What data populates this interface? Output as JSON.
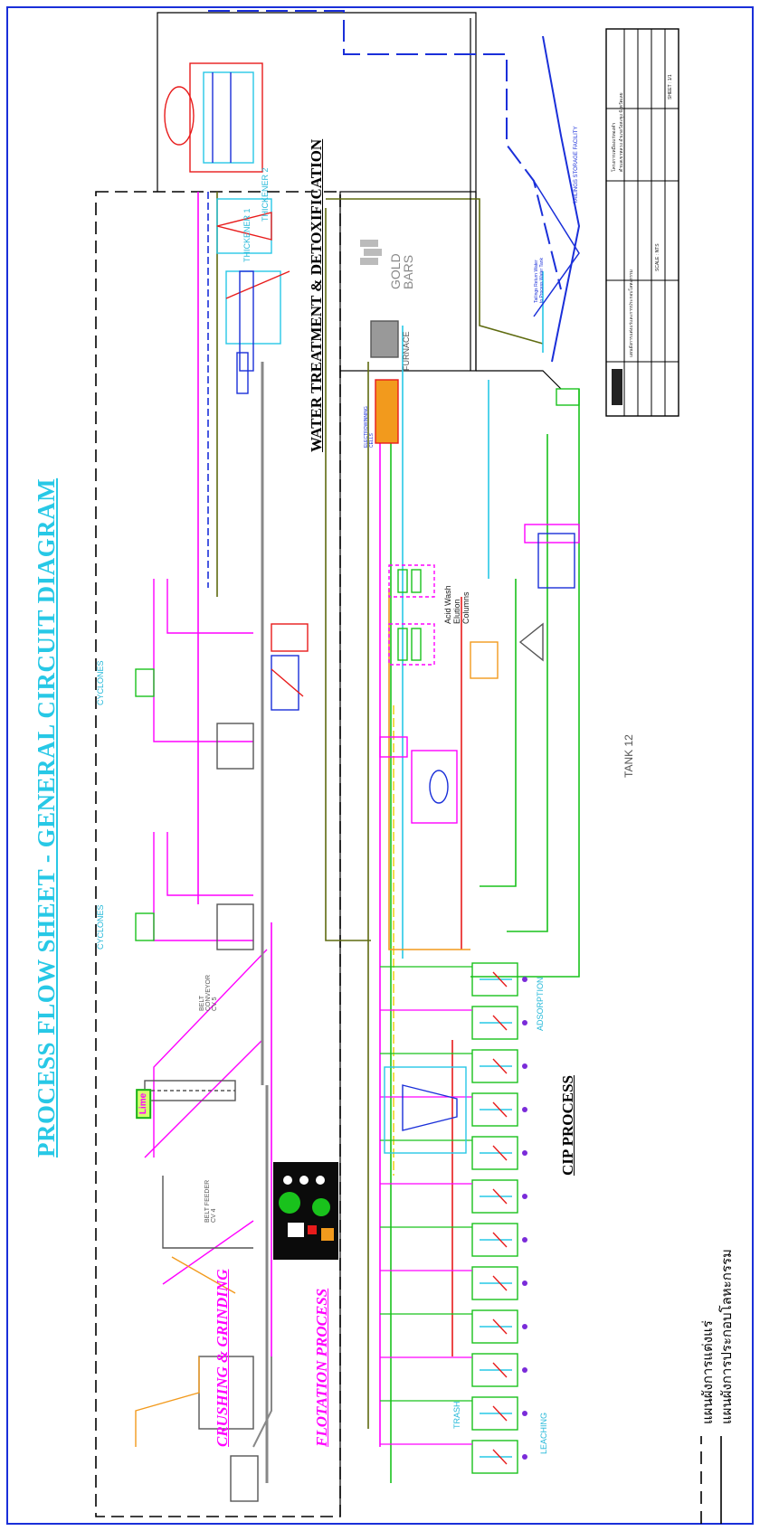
{
  "title": "PROCESS FLOW SHEET - GENERAL CIRCUIT DIAGRAM",
  "sections": {
    "crushing": "CRUSHING & GRINDING",
    "flotation": "FLOTATION PROCESS",
    "cip": "CIP PROCESS",
    "water": "WATER TREATMENT & DETOXIFICATION"
  },
  "labels": {
    "cyclones_1": "CYCLONES",
    "cyclones_2": "CYCLONES",
    "lime": "Lime",
    "gold_bars": "GOLD\nBARS",
    "furnace": "FURNACE",
    "acid_wash": "Acid Wash\nElution\nColumns",
    "tank12": "TANK 12",
    "thickener1": "THICKENER 1",
    "thickener2": "THICKENER 2",
    "adsorption": "ADSORPTION",
    "leaching": "LEACHING",
    "trash": "TRASH",
    "belt_feeder": "BELT FEEDER\nCV 4",
    "belt_conveyor": "BELT\nCONVEYOR\nCV 5",
    "tailings_storage": "TAILINGS STORAGE FACILITY",
    "electrowinning": "ELECTROWINNING\nCELLS",
    "tailings_pump": "Tailings Return Water\nto Process Water Tank"
  },
  "legend": {
    "item1": "แผนผังการแต่งแร่",
    "item2": "แผนผังการประกอบโลหะกรรม"
  },
  "title_block": {
    "org1": "โครงการเหมืองแร่ทองคำ",
    "org2": "ตำบลเขาหลวง อำเภอวังสะพุง จังหวัดเลย",
    "drawing": "แผนผังการแต่งแร่และการประกอบโลหะกรรม",
    "scale": "SCALE : NTS",
    "sheet": "SHEET : 1/1"
  },
  "colors": {
    "cyan": "#27c8e6",
    "magenta": "#ff00ff",
    "green": "#19c21c",
    "blue": "#1a2fd9",
    "red": "#e81b1b",
    "olive": "#5f6b10",
    "orange": "#f29a1d",
    "yellow": "#f2d21d"
  }
}
